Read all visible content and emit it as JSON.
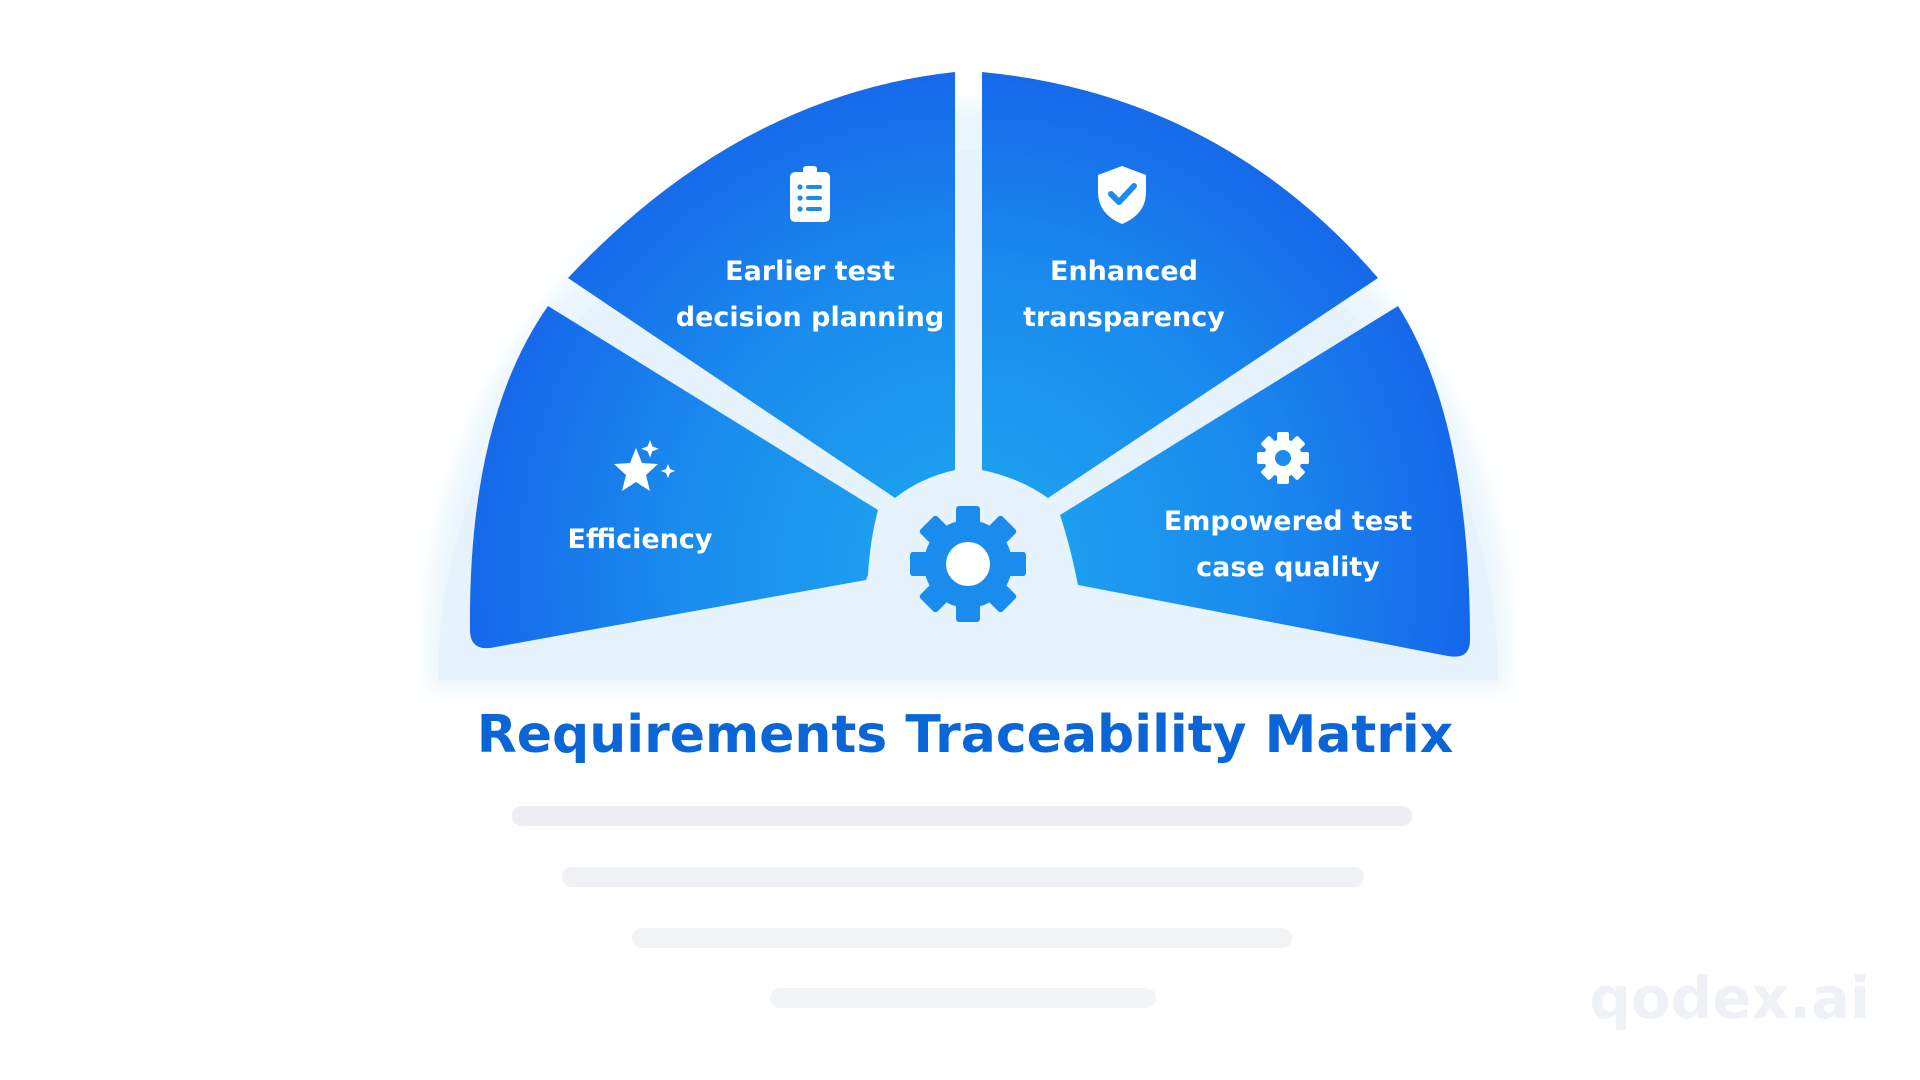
{
  "diagram": {
    "title": "Requirements Traceability Matrix",
    "segments": [
      {
        "id": "efficiency",
        "lines": [
          "Efficiency"
        ],
        "icon": "sparkle-star-icon"
      },
      {
        "id": "earlier-test",
        "lines": [
          "Earlier test",
          "decision planning"
        ],
        "icon": "clipboard-list-icon"
      },
      {
        "id": "enhanced-transparency",
        "lines": [
          "Enhanced",
          "transparency"
        ],
        "icon": "shield-check-icon"
      },
      {
        "id": "empowered-quality",
        "lines": [
          "Empowered test",
          "case quality"
        ],
        "icon": "gear-icon"
      }
    ],
    "center_icon": "gear-icon",
    "placeholder_line_count": 4
  },
  "watermark": {
    "text": "qodex.ai"
  },
  "colors": {
    "segment_light": "#1ea8f0",
    "segment_dark": "#1565ea",
    "title": "#0a66d6",
    "halo": "#e9f5fd",
    "placeholder_line": "#eef0f3"
  }
}
